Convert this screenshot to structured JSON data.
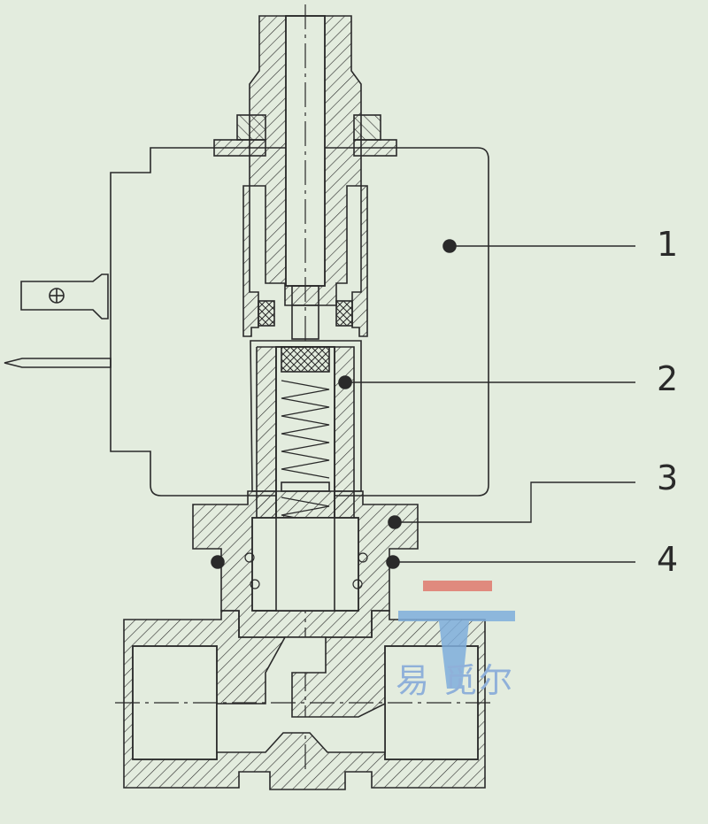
{
  "diagram": {
    "callouts": [
      {
        "id": "1",
        "label": "1"
      },
      {
        "id": "2",
        "label": "2"
      },
      {
        "id": "3",
        "label": "3"
      },
      {
        "id": "4",
        "label": "4"
      }
    ]
  },
  "watermark": {
    "text": "易  觅尔",
    "colors": {
      "red": "#e07a6e",
      "blue": "#7faedc"
    }
  },
  "colors": {
    "background": "#e3ecde",
    "line": "#2a2a2a"
  }
}
